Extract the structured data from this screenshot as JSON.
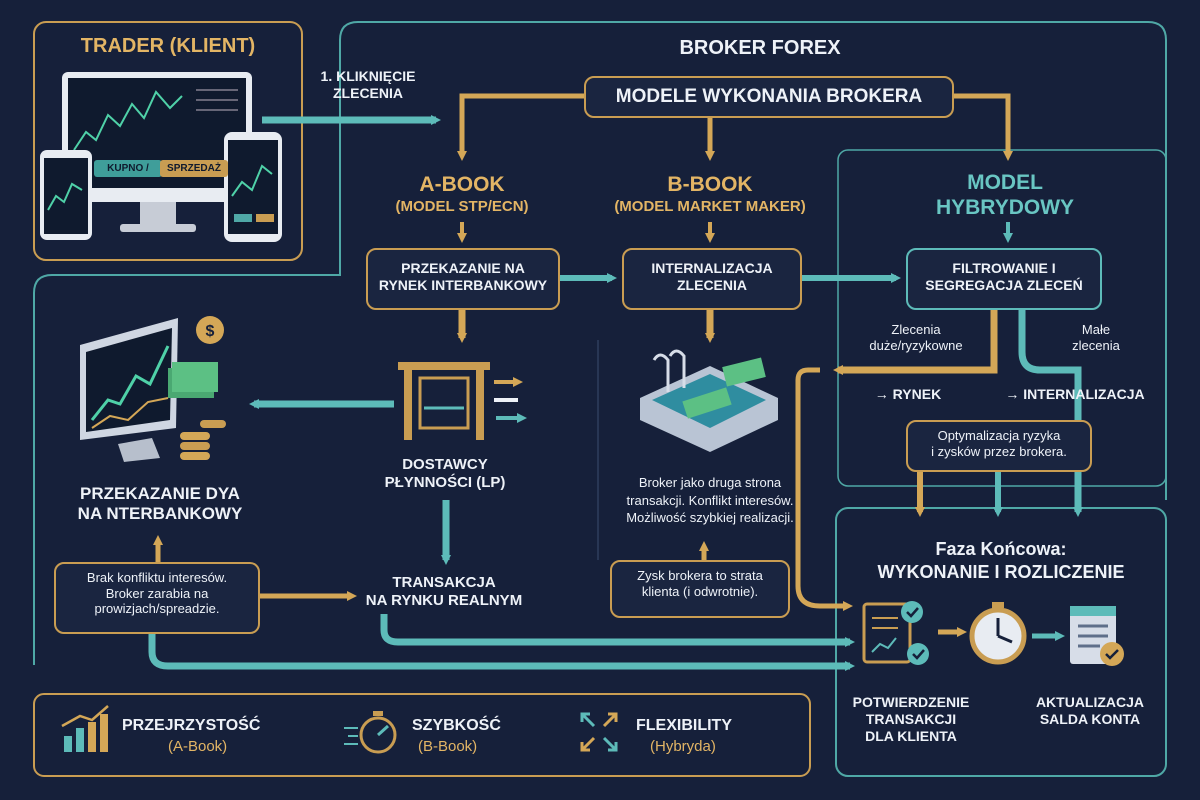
{
  "colors": {
    "background": "#16203a",
    "gold": "#c99d52",
    "teal": "#5dbbb9",
    "text": "#eef2f8"
  },
  "trader": {
    "title": "TRADER (KLIENT)",
    "buy_label": "KUPNO /",
    "sell_label": "SPRZEDAŻ",
    "click_label": "1. KLIKNIĘCIE\nZLECENIA"
  },
  "broker": {
    "title": "BROKER FOREX",
    "models_title": "MODELE WYKONANIA BROKERA"
  },
  "abook": {
    "title": "A-BOOK",
    "subtitle": "(MODEL STP/ECN)",
    "step_box": "PRZEKAZANIE NA\nRYNEK INTERBANKOWY",
    "lp_label": "DOSTAWCY\nPŁYNNOŚCI (LP)",
    "transaction_label": "TRANSAKCJA\nNA RYNKU REALNYM",
    "note": "Brak konfliktu interesów.\nBroker zarabia na\nprowizjach/spreadzie.",
    "interbank_label": "PRZEKAZANIE DYA\nNA NTERBANKOWY"
  },
  "bbook": {
    "title": "B-BOOK",
    "subtitle": "(MODEL MARKET MAKER)",
    "step_box": "INTERNALIZACJA\nZLECENIA",
    "description": "Broker jako druga strona\ntransakcji. Konflikt interesów.\nMożliwość szybkiej realizacji.",
    "note": "Zysk brokera to strata\nklienta (i odwrotnie)."
  },
  "hybrid": {
    "title": "MODEL\nHYBRYDOWY",
    "step_box": "FILTROWANIE I\nSEGREGACJA ZLECEŃ",
    "large_orders": "Zlecenia\nduże/ryzykowne",
    "small_orders": "Małe\nzlecenia",
    "to_market": "→ RYNEK",
    "to_internal": "→ INTERNALIZACJA",
    "note": "Optymalizacja ryzyka\ni zysków przez brokera."
  },
  "final": {
    "title": "Faza Końcowa:\nWYKONANIE I ROZLICZENIE",
    "confirm_label": "POTWIERDZENIE\nTRANSAKCJI\nDLA KLIENTA",
    "update_label": "AKTUALIZACJA\nSALDA KONTA"
  },
  "legend": {
    "items": [
      {
        "title": "PRZEJRZYSTOŚĆ",
        "sub": "(A-Book)"
      },
      {
        "title": "SZYBKOŚĆ",
        "sub": "(B-Book)"
      },
      {
        "title": "FLEXIBILITY",
        "sub": "(Hybryda)"
      }
    ]
  }
}
